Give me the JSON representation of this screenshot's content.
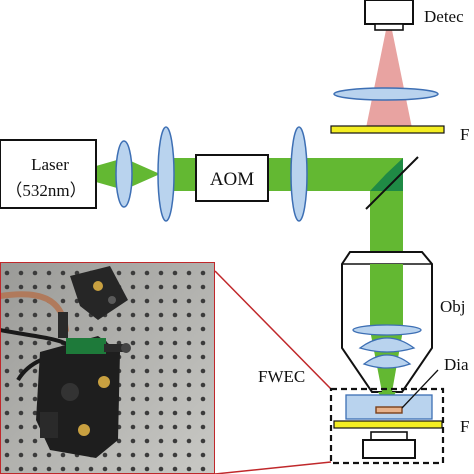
{
  "labels": {
    "detector": "Detec",
    "laser_line1": "Laser",
    "laser_line2": "（532nm）",
    "aom": "AOM",
    "filter_top": "F",
    "objective": "Obj",
    "fwec": "FWEC",
    "diamond": "Dia",
    "filter_bottom": "F"
  },
  "colors": {
    "beam_green": "#63b832",
    "beam_dark": "#1f8a45",
    "fluorescence": "#e8a3a1",
    "lens_fill": "#b9d3ee",
    "lens_stroke": "#3d6fb4",
    "filter_yellow": "#f4ee22",
    "callout_red": "#c0282b"
  }
}
